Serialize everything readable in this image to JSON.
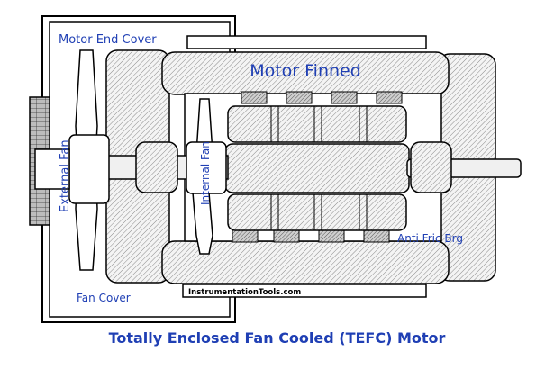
{
  "labels": {
    "motor_end_cover": "Motor End Cover",
    "motor_finned": "Motor Finned",
    "external_fan": "External Fan",
    "internal_fan": "Internal Fan",
    "anti_fric_brg": "Anti Fric Brg",
    "fan_cover": "Fan Cover",
    "watermark": "InstrumentationTools.com"
  },
  "caption": "Totally Enclosed Fan Cooled (TEFC) Motor",
  "colors": {
    "label_blue": "#1f3fb4",
    "hatch": "#8a8a8a",
    "body_fill": "#e6e6e6",
    "shaft_fill": "#f0f0f0",
    "stripe_fill": "#777777"
  }
}
